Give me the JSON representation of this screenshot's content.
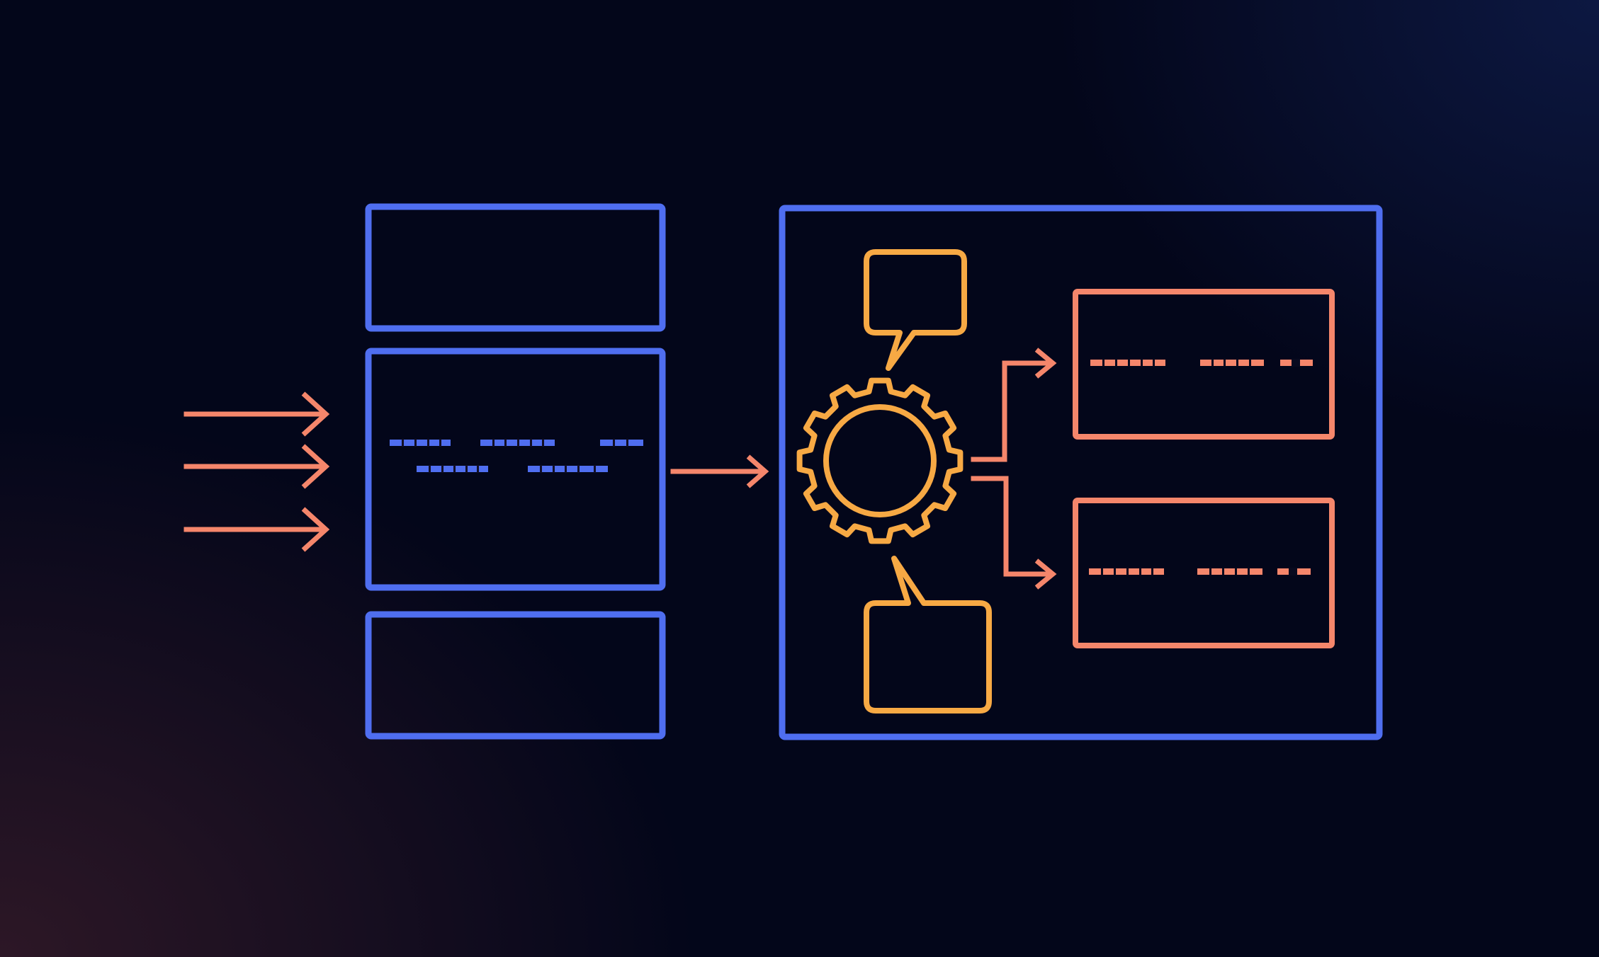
{
  "diagram": {
    "colors": {
      "background": "#03061a",
      "container_stroke": "#4f6ef0",
      "arrow_stroke": "#f5866b",
      "gear_stroke": "#f7a944"
    },
    "input_arrow_count": 3,
    "left_stack_count": 3,
    "output_panel_count": 2,
    "icons": [
      "gear-icon",
      "speech-bubble-icon",
      "arrow-right-icon"
    ]
  }
}
